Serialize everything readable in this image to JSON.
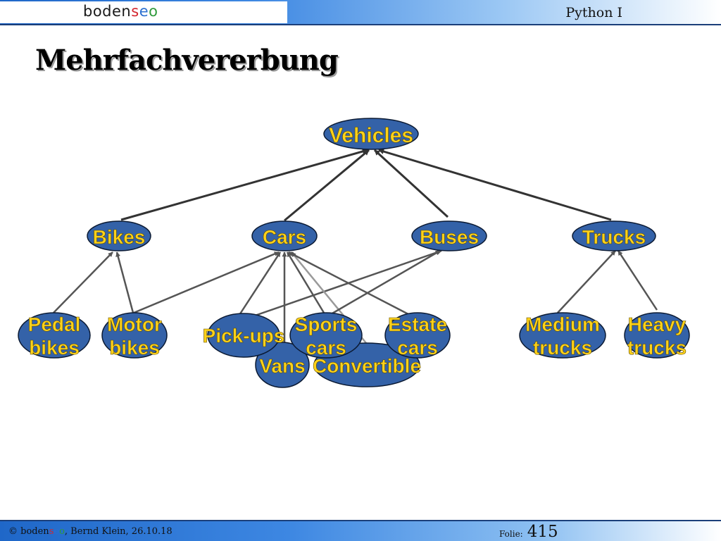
{
  "header": {
    "brand": {
      "part1": "boden",
      "part2": "s",
      "part3": "e",
      "part4": "o"
    },
    "course": "Python I"
  },
  "title": "Mehrfachvererbung",
  "diagram": {
    "nodes": [
      {
        "id": "vehicles",
        "lines": [
          "Vehicles"
        ]
      },
      {
        "id": "bikes",
        "lines": [
          "Bikes"
        ]
      },
      {
        "id": "cars",
        "lines": [
          "Cars"
        ]
      },
      {
        "id": "buses",
        "lines": [
          "Buses"
        ]
      },
      {
        "id": "trucks",
        "lines": [
          "Trucks"
        ]
      },
      {
        "id": "pedal-bikes",
        "lines": [
          "Pedal",
          "bikes"
        ]
      },
      {
        "id": "motor-bikes",
        "lines": [
          "Motor",
          "bikes"
        ]
      },
      {
        "id": "pick-ups",
        "lines": [
          "Pick-ups"
        ]
      },
      {
        "id": "vans",
        "lines": [
          "Vans"
        ]
      },
      {
        "id": "convertible",
        "lines": [
          "Convertible"
        ]
      },
      {
        "id": "sports-cars",
        "lines": [
          "Sports",
          "cars"
        ]
      },
      {
        "id": "estate-cars",
        "lines": [
          "Estate",
          "cars"
        ]
      },
      {
        "id": "medium-trucks",
        "lines": [
          "Medium",
          "trucks"
        ]
      },
      {
        "id": "heavy-trucks",
        "lines": [
          "Heavy",
          "trucks"
        ]
      }
    ],
    "edges": [
      {
        "from": "bikes",
        "to": "vehicles"
      },
      {
        "from": "cars",
        "to": "vehicles"
      },
      {
        "from": "buses",
        "to": "vehicles"
      },
      {
        "from": "trucks",
        "to": "vehicles"
      },
      {
        "from": "pedal-bikes",
        "to": "bikes"
      },
      {
        "from": "motor-bikes",
        "to": "bikes"
      },
      {
        "from": "motor-bikes",
        "to": "cars"
      },
      {
        "from": "pick-ups",
        "to": "cars"
      },
      {
        "from": "pick-ups",
        "to": "buses"
      },
      {
        "from": "vans",
        "to": "cars"
      },
      {
        "from": "convertible",
        "to": "cars"
      },
      {
        "from": "sports-cars",
        "to": "cars"
      },
      {
        "from": "sports-cars",
        "to": "buses"
      },
      {
        "from": "estate-cars",
        "to": "cars"
      },
      {
        "from": "medium-trucks",
        "to": "trucks"
      },
      {
        "from": "heavy-trucks",
        "to": "trucks"
      }
    ],
    "colors": {
      "node_fill": "#3462a8",
      "node_stroke": "#0b1a33",
      "label": "#ffd21a",
      "edge": "#555555"
    }
  },
  "footer": {
    "copyright": "©",
    "brand": {
      "part1": "boden",
      "part2": "s",
      "part3": "e",
      "part4": "o"
    },
    "author_date": ", Bernd Klein, 26.10.18",
    "slide_label": "Folie:",
    "slide_number": "415"
  }
}
